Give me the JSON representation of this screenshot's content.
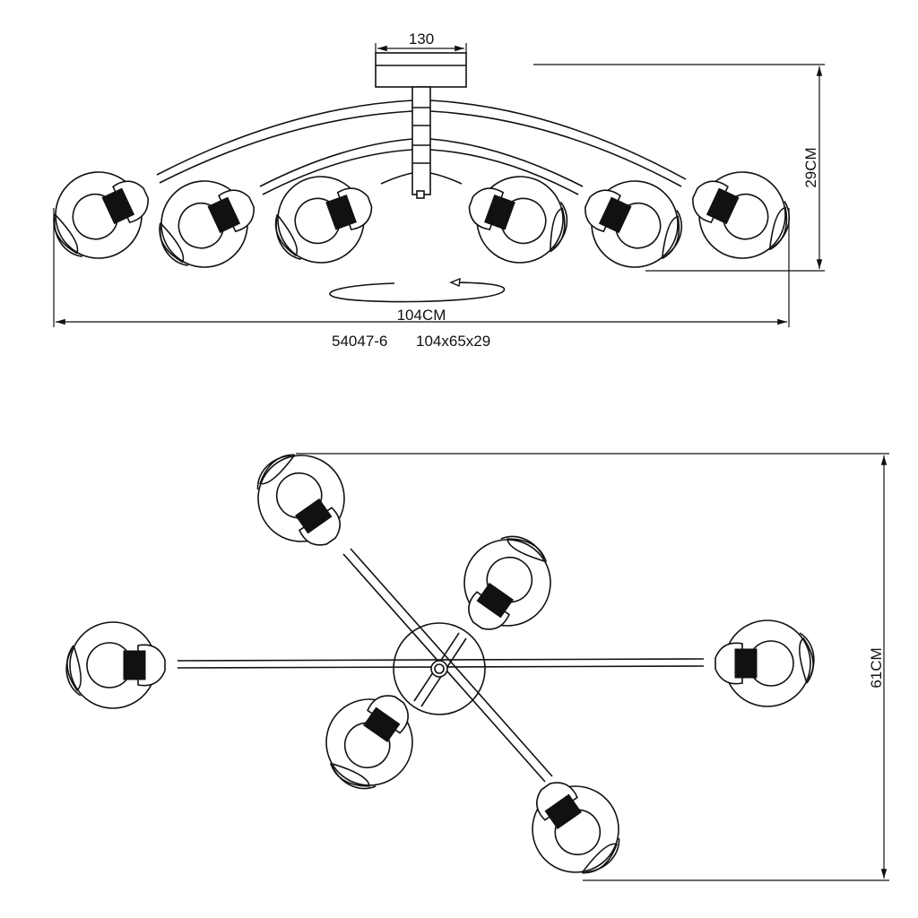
{
  "drawing": {
    "model_code": "54047-6",
    "overall_dimensions": "104x65x29",
    "side_view": {
      "canopy_width_label": "130",
      "height_label": "29CM",
      "width_label": "104CM",
      "lamp_count": 6,
      "rotation_indicator": "rotation-arrow"
    },
    "top_view": {
      "depth_label": "61CM",
      "lamp_count": 6,
      "arm_count": 3
    }
  }
}
